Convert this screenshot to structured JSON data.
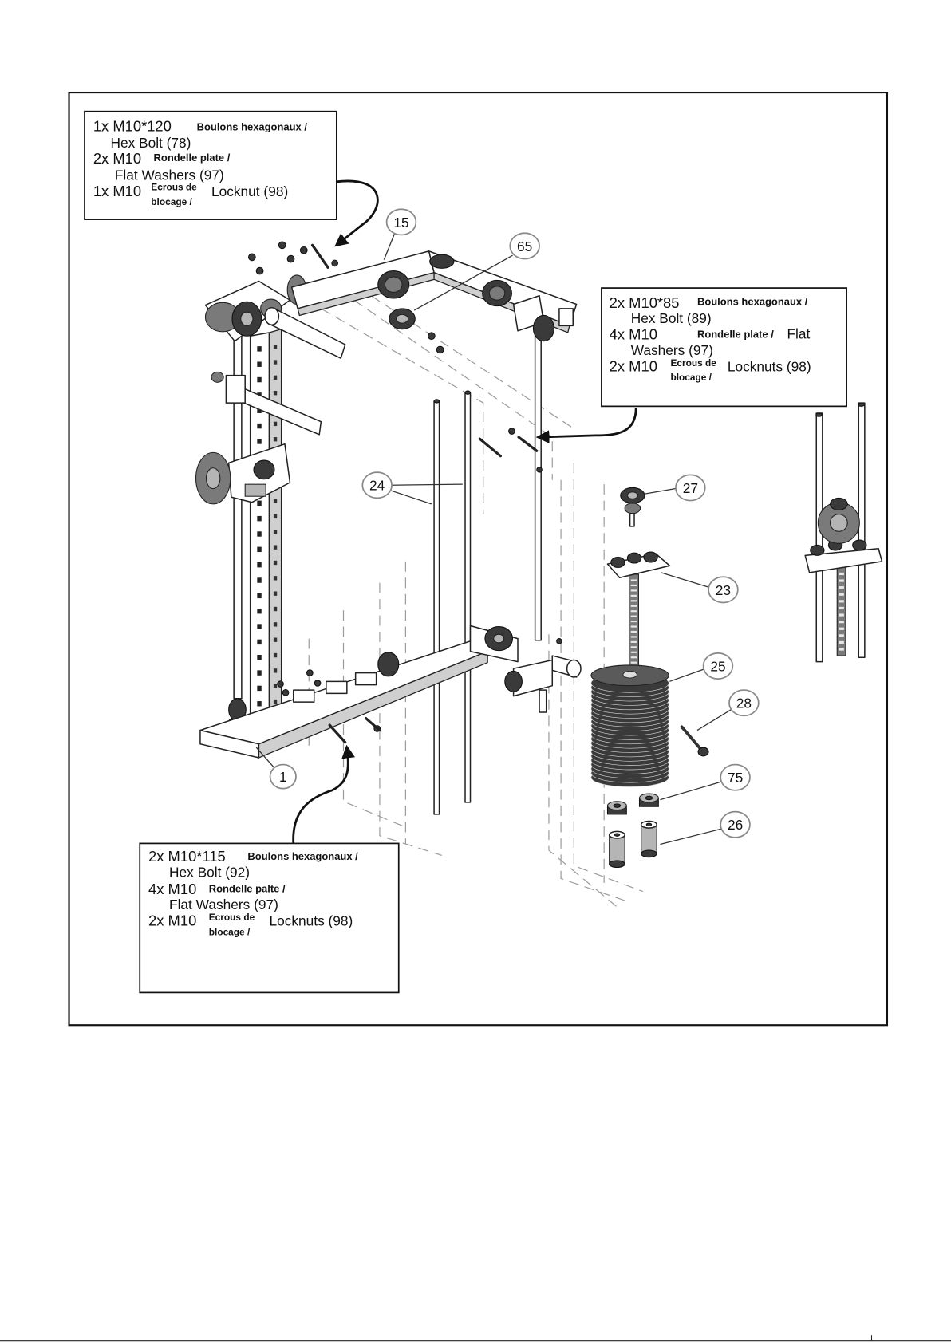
{
  "callouts": {
    "top": {
      "bolt": {
        "qty": "1x M10*120",
        "fr": "Boulons hexagonaux /",
        "en": "Hex Bolt (78)"
      },
      "washer": {
        "qty": "2x M10",
        "fr": "Rondelle plate /",
        "en": "Flat Washers (97)"
      },
      "nut": {
        "qty": "1x M10",
        "fr_1": "Ecrous de",
        "fr_2": "blocage /",
        "en": "Locknut (98)"
      }
    },
    "right": {
      "bolt": {
        "qty": "2x M10*85",
        "fr": "Boulons hexagonaux /",
        "en": "Hex Bolt (89)"
      },
      "washer": {
        "qty": "4x M10",
        "fr": "Rondelle plate /",
        "en_1": "Flat",
        "en_2": "Washers (97)"
      },
      "nut": {
        "qty": "2x M10",
        "fr_1": "Ecrous de",
        "fr_2": "blocage /",
        "en": "Locknuts (98)"
      }
    },
    "bottom": {
      "bolt": {
        "qty": "2x M10*115",
        "fr": "Boulons hexagonaux /",
        "en": "Hex Bolt (92)"
      },
      "washer": {
        "qty": "4x M10",
        "fr": "Rondelle palte /",
        "en": "Flat Washers (97)"
      },
      "nut": {
        "qty": "2x M10",
        "fr_1": "Ecrous de",
        "fr_2": "blocage /",
        "en": "Locknuts (98)"
      }
    }
  },
  "part_labels": {
    "p15": "15",
    "p65": "65",
    "p24": "24",
    "p27": "27",
    "p23": "23",
    "p25": "25",
    "p28": "28",
    "p75": "75",
    "p26": "26",
    "p1": "1"
  }
}
